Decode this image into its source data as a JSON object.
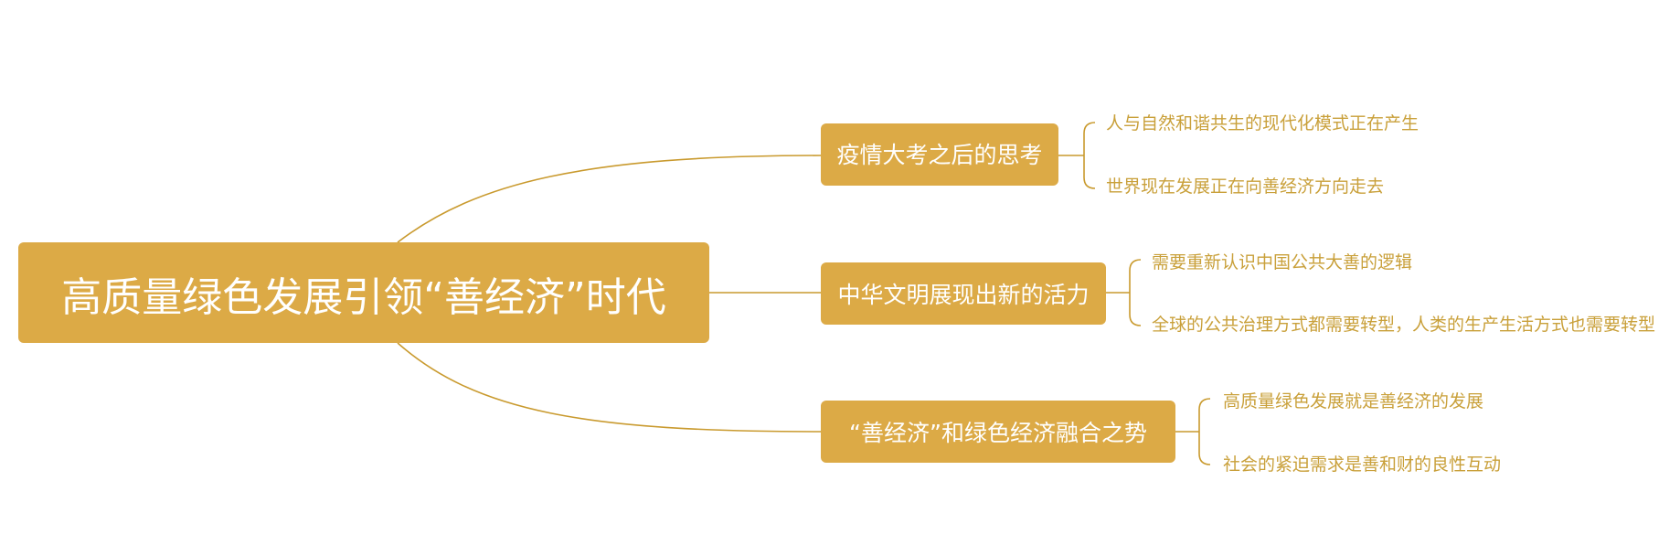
{
  "colors": {
    "node_fill": "#dcaa46",
    "node_text": "#ffffff",
    "line": "#c99a2e",
    "leaf_text": "#c9a03a",
    "background": "#ffffff"
  },
  "root": {
    "label": "高质量绿色发展引领“善经济”时代"
  },
  "branches": [
    {
      "label": "疫情大考之后的思考",
      "children": [
        "人与自然和谐共生的现代化模式正在产生",
        "世界现在发展正在向善经济方向走去"
      ]
    },
    {
      "label": "中华文明展现出新的活力",
      "children": [
        "需要重新认识中国公共大善的逻辑",
        "全球的公共治理方式都需要转型，人类的生产生活方式也需要转型"
      ]
    },
    {
      "label": "“善经济”和绿色经济融合之势",
      "children": [
        "高质量绿色发展就是善经济的发展",
        "社会的紧迫需求是善和财的良性互动"
      ]
    }
  ]
}
